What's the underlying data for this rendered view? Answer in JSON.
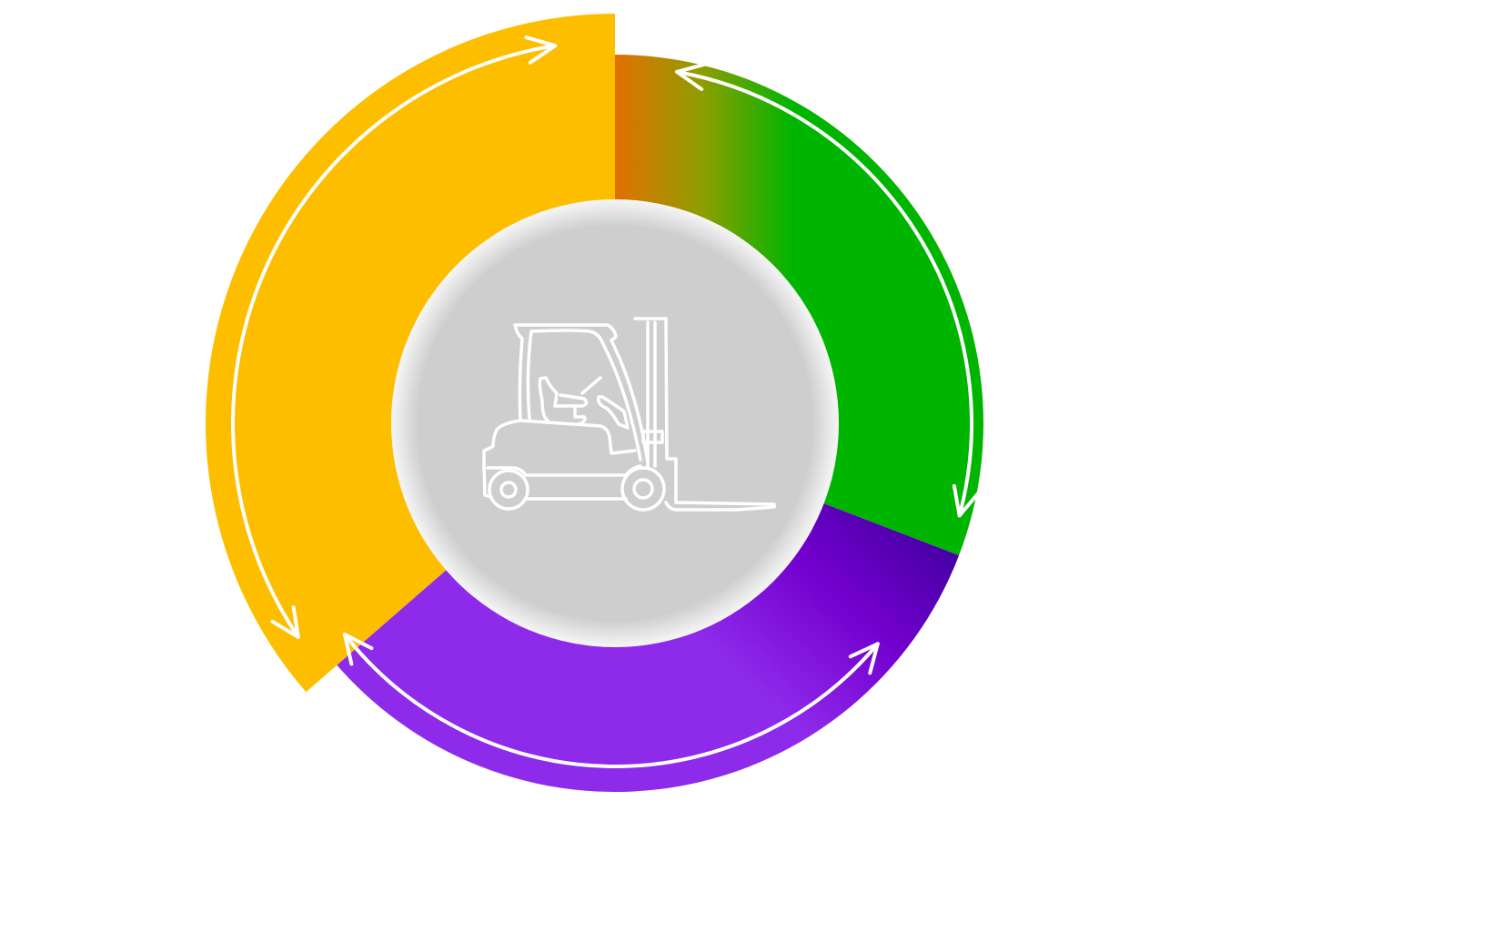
{
  "diagram": {
    "type": "cycle",
    "center_icon": "forklift-icon",
    "segments": [
      {
        "name": "segment-yellow",
        "color": "#FEBE00",
        "accent": "#D04800"
      },
      {
        "name": "segment-green",
        "color": "#00B500",
        "accent": "#E06E00"
      },
      {
        "name": "segment-purple",
        "color": "#8E2BEA",
        "accent": "#4A00A8"
      }
    ],
    "hub_color": "#CECECE",
    "arrow_color": "#FFFFFF"
  }
}
